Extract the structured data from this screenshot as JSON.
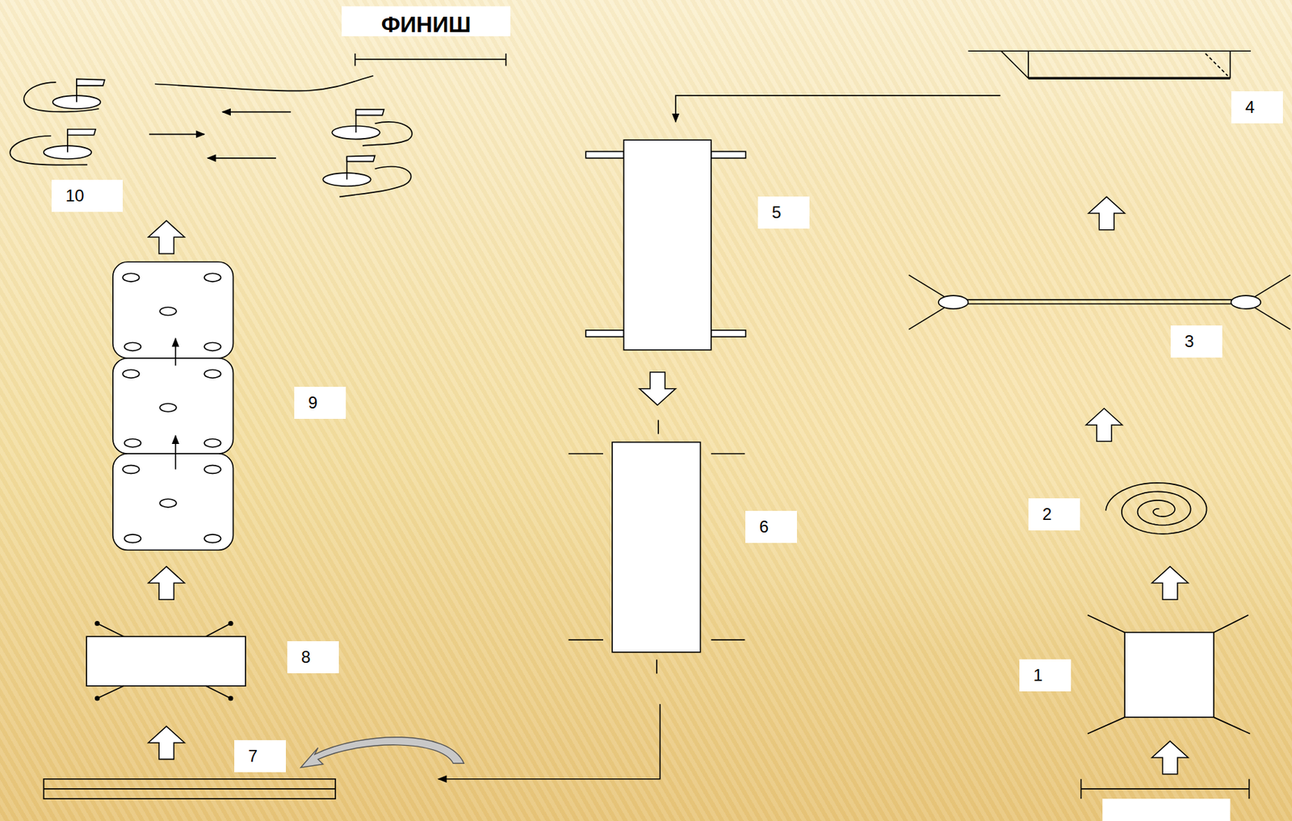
{
  "diagram": {
    "labels": [
      "ФИНИШ",
      "4",
      "10",
      "5",
      "3",
      "9",
      "2",
      "6",
      "8",
      "1",
      "7"
    ]
  }
}
